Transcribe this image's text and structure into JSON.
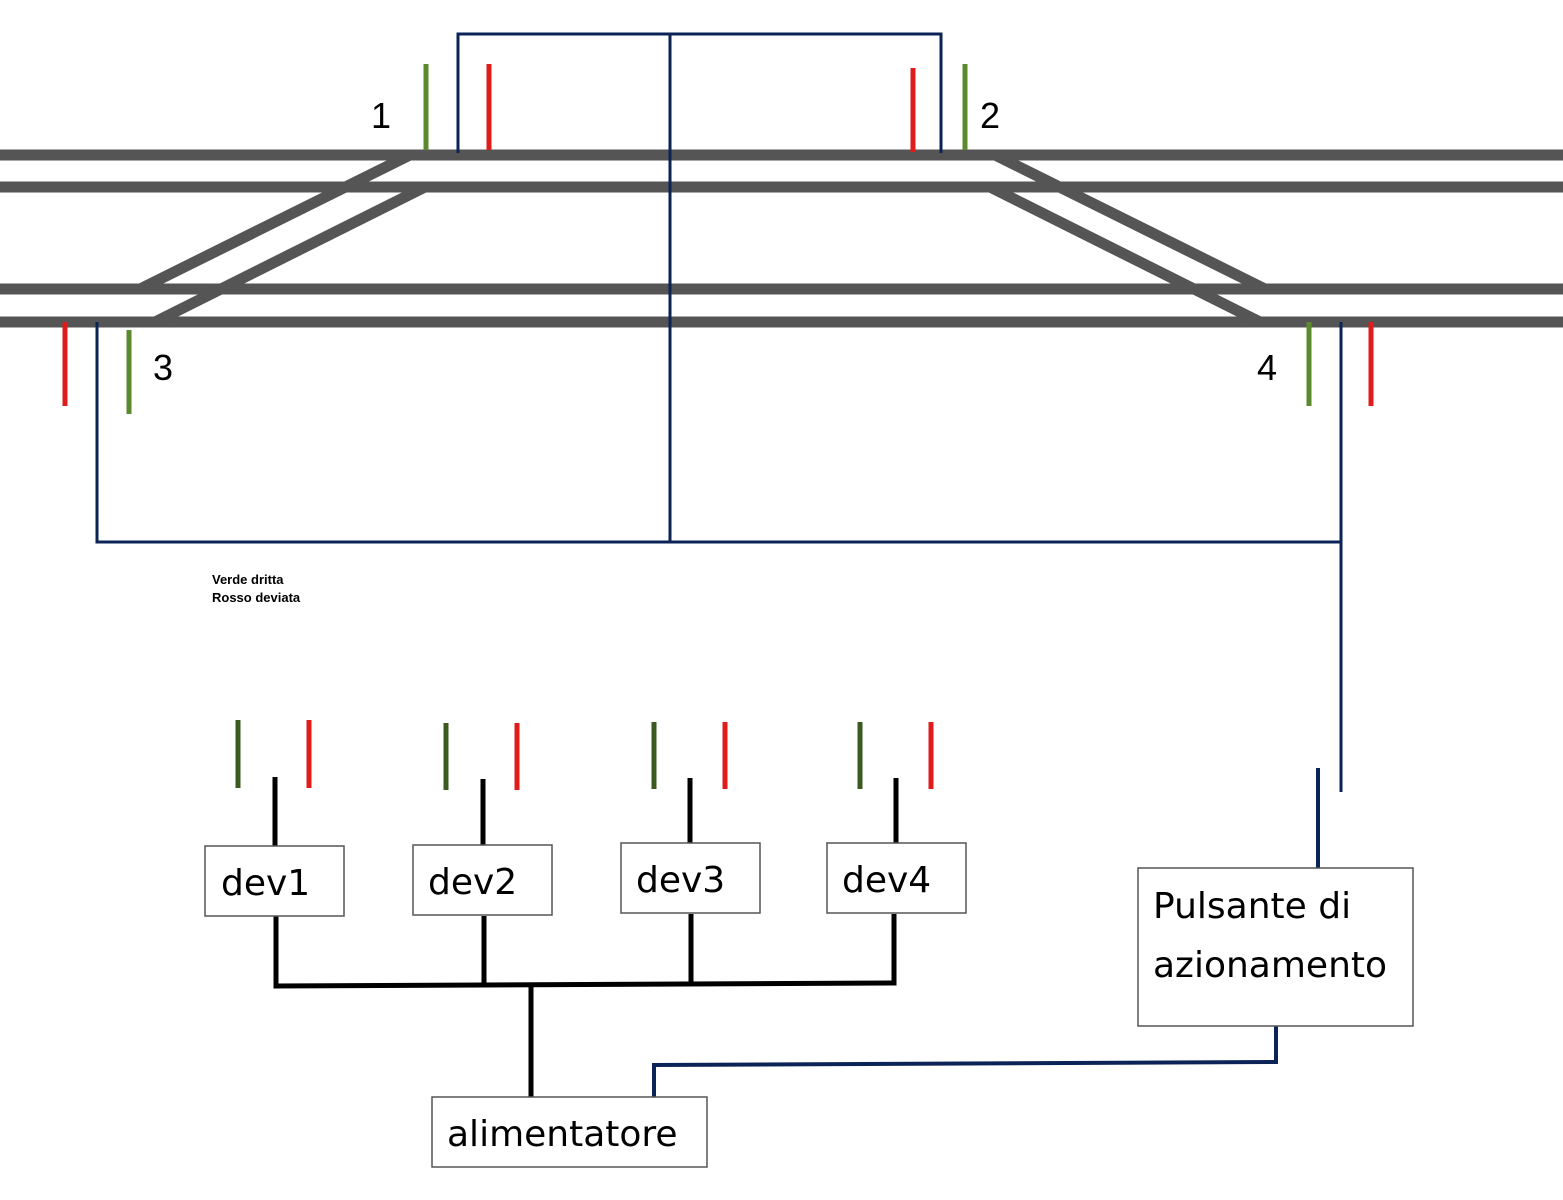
{
  "colors": {
    "straight": "#5b8a2e",
    "diverted": "#e01b1b",
    "straight_dark": "#3a5a1e",
    "control_wire": "#0b2357",
    "power_wire": "#000000",
    "track": "#555555"
  },
  "turnouts": [
    {
      "id": "1",
      "label": "1"
    },
    {
      "id": "2",
      "label": "2"
    },
    {
      "id": "3",
      "label": "3"
    },
    {
      "id": "4",
      "label": "4"
    }
  ],
  "legend": {
    "line1": "Verde dritta",
    "line2": "Rosso deviata"
  },
  "decoders": [
    {
      "id": "dev1",
      "label": "dev1"
    },
    {
      "id": "dev2",
      "label": "dev2"
    },
    {
      "id": "dev3",
      "label": "dev3"
    },
    {
      "id": "dev4",
      "label": "dev4"
    }
  ],
  "button_box": {
    "line1": "Pulsante di",
    "line2": "azionamento"
  },
  "power_supply": {
    "label": "alimentatore"
  }
}
